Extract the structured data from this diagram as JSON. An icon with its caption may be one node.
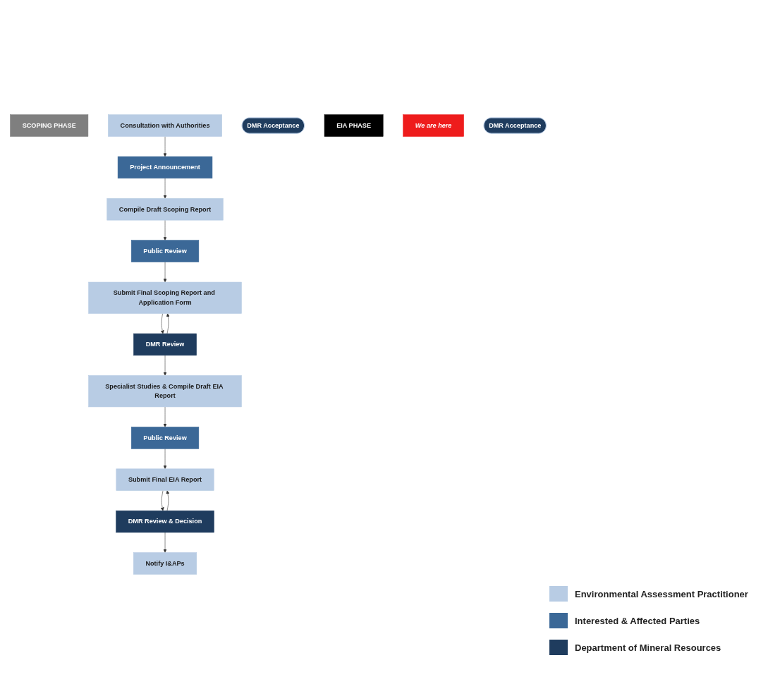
{
  "diagram": {
    "nodes": [
      {
        "text": [
          "SCOPING PHASE"
        ]
      },
      {
        "text": [
          "Consultation with Authorities"
        ]
      },
      {
        "text": [
          "Project Announcement"
        ]
      },
      {
        "text": [
          "Compile Draft Scoping Report"
        ]
      },
      {
        "text": [
          "Public Review"
        ]
      },
      {
        "text": [
          "Submit Final Scoping Report and Application Form"
        ]
      },
      {
        "text": [
          "DMR Review"
        ]
      },
      {
        "text": [
          "DMR Acceptance"
        ]
      },
      {
        "text": [
          "EIA PHASE"
        ]
      },
      {
        "text": [
          "Specialist Studies & Compile Draft EIA Report"
        ]
      },
      {
        "text": [
          "Public Review"
        ]
      },
      {
        "text": [
          "We are here"
        ]
      },
      {
        "text": [
          "Submit Final EIA Report"
        ]
      },
      {
        "text": [
          "DMR Review & Decision"
        ]
      },
      {
        "text": [
          "DMR Acceptance"
        ]
      },
      {
        "text": [
          "Notify I&APs"
        ]
      }
    ],
    "edges": [
      {
        "from": 1,
        "to": 2,
        "arrow": "to"
      },
      {
        "from": 2,
        "to": 3,
        "arrow": "to"
      },
      {
        "from": 3,
        "to": 4,
        "arrow": "to"
      },
      {
        "from": 4,
        "to": 5,
        "arrow": "to"
      },
      {
        "from": 5,
        "to": 6,
        "arrow": "to"
      },
      {
        "from": 6,
        "to": 5,
        "arrow": "to"
      },
      {
        "from": 6,
        "to": 9,
        "arrow": "to"
      },
      {
        "from": 9,
        "to": 10,
        "arrow": "to"
      },
      {
        "from": 10,
        "to": 12,
        "arrow": "to"
      },
      {
        "from": 12,
        "to": 13,
        "arrow": "to"
      },
      {
        "from": 13,
        "to": 12,
        "arrow": "to"
      },
      {
        "from": 13,
        "to": 15,
        "arrow": "to"
      }
    ],
    "legend": [
      {
        "text": "Environmental Assessment Practitioner",
        "color": "#b8cce4"
      },
      {
        "text": "Interested & Affected Parties",
        "color": "#3b6897"
      },
      {
        "text": "Department of Mineral Resources",
        "color": "#1f3c5e"
      }
    ]
  }
}
